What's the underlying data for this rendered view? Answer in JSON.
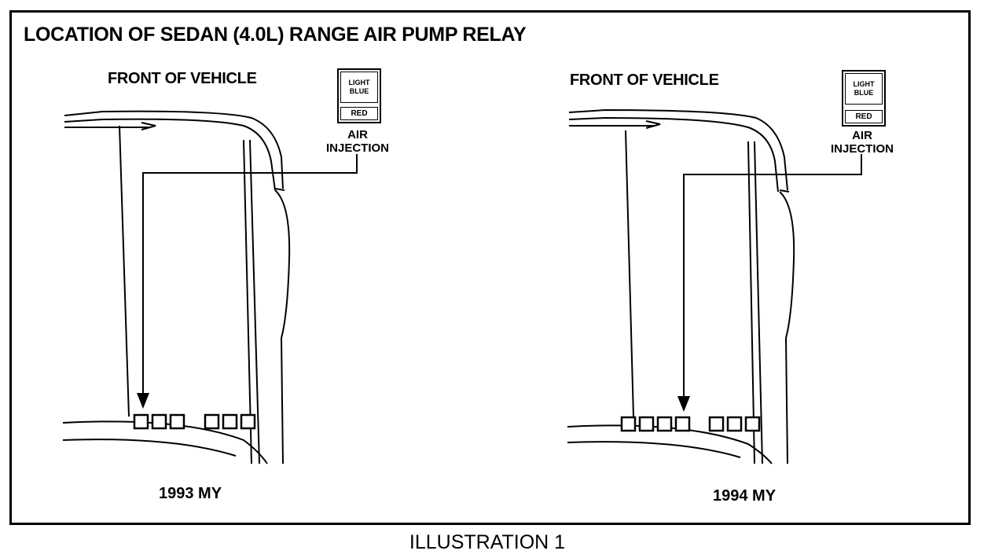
{
  "title": "LOCATION OF SEDAN (4.0L) RANGE AIR PUMP RELAY",
  "caption": "ILLUSTRATION 1",
  "panels": [
    {
      "front_label": "FRONT OF VEHICLE",
      "relay_top_line1": "LIGHT",
      "relay_top_line2": "BLUE",
      "relay_bottom": "RED",
      "callout_line1": "AIR",
      "callout_line2": "INJECTION",
      "year": "1993 MY"
    },
    {
      "front_label": "FRONT OF VEHICLE",
      "relay_top_line1": "LIGHT",
      "relay_top_line2": "BLUE",
      "relay_bottom": "RED",
      "callout_line1": "AIR",
      "callout_line2": "INJECTION",
      "year": "1994 MY"
    }
  ],
  "colors": {
    "ink": "#000000",
    "paper": "#ffffff"
  }
}
